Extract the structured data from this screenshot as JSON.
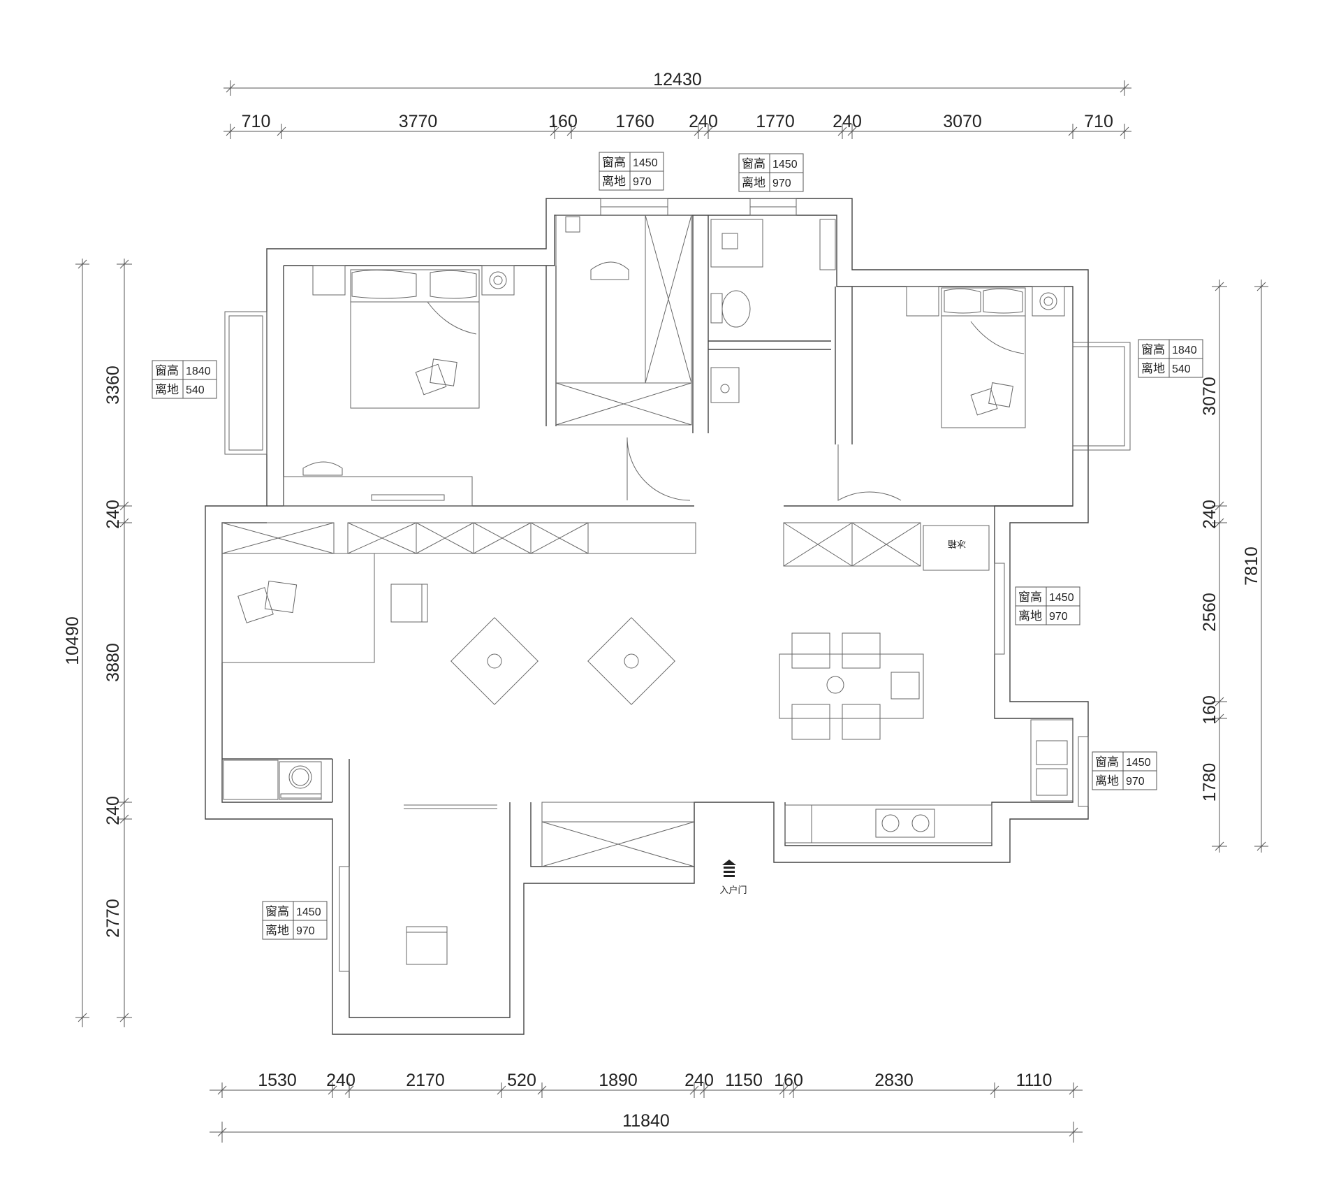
{
  "dimensions": {
    "top_total": "12430",
    "top_segments": [
      "710",
      "3770",
      "160",
      "1760",
      "240",
      "1770",
      "240",
      "3070",
      "710"
    ],
    "bottom_total": "11840",
    "bottom_segments": [
      "1530",
      "240",
      "2170",
      "520",
      "1890",
      "240",
      "1150",
      "160",
      "2830",
      "1110"
    ],
    "left_total": "10490",
    "left_segments": [
      "3360",
      "240",
      "3880",
      "240",
      "2770"
    ],
    "right_total": "7810",
    "right_segments": [
      "3070",
      "240",
      "2560",
      "160",
      "1780"
    ]
  },
  "window_tags": [
    {
      "h_label": "窗高",
      "h_value": "1450",
      "g_label": "离地",
      "g_value": "970"
    },
    {
      "h_label": "窗高",
      "h_value": "1450",
      "g_label": "离地",
      "g_value": "970"
    },
    {
      "h_label": "窗高",
      "h_value": "1840",
      "g_label": "离地",
      "g_value": "540"
    },
    {
      "h_label": "窗高",
      "h_value": "1840",
      "g_label": "离地",
      "g_value": "540"
    },
    {
      "h_label": "窗高",
      "h_value": "1450",
      "g_label": "离地",
      "g_value": "970"
    },
    {
      "h_label": "窗高",
      "h_value": "1450",
      "g_label": "离地",
      "g_value": "970"
    },
    {
      "h_label": "窗高",
      "h_value": "1450",
      "g_label": "离地",
      "g_value": "970"
    }
  ],
  "labels": {
    "fridge": "冰箱",
    "entrance": "入户门"
  }
}
